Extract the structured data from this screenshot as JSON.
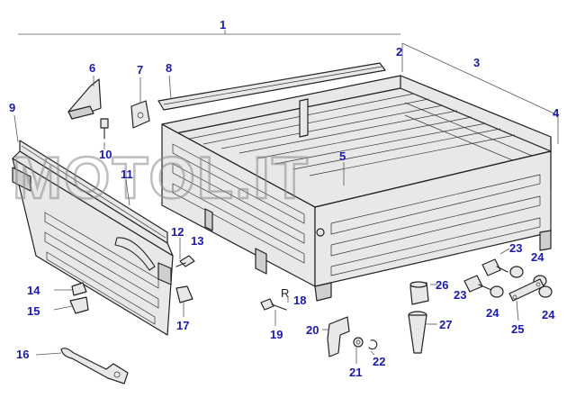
{
  "watermark": {
    "text": "MOTOL.IT"
  },
  "revision_mark": "R",
  "callouts": [
    {
      "id": "1",
      "label": "1"
    },
    {
      "id": "2",
      "label": "2"
    },
    {
      "id": "3",
      "label": "3"
    },
    {
      "id": "4",
      "label": "4"
    },
    {
      "id": "5",
      "label": "5"
    },
    {
      "id": "6",
      "label": "6"
    },
    {
      "id": "7",
      "label": "7"
    },
    {
      "id": "8",
      "label": "8"
    },
    {
      "id": "9",
      "label": "9"
    },
    {
      "id": "10",
      "label": "10"
    },
    {
      "id": "11",
      "label": "11"
    },
    {
      "id": "12",
      "label": "12"
    },
    {
      "id": "13",
      "label": "13"
    },
    {
      "id": "14",
      "label": "14"
    },
    {
      "id": "15",
      "label": "15"
    },
    {
      "id": "16",
      "label": "16"
    },
    {
      "id": "17",
      "label": "17"
    },
    {
      "id": "18",
      "label": "18"
    },
    {
      "id": "19",
      "label": "19"
    },
    {
      "id": "20",
      "label": "20"
    },
    {
      "id": "21",
      "label": "21"
    },
    {
      "id": "22",
      "label": "22"
    },
    {
      "id": "23a",
      "label": "23"
    },
    {
      "id": "23b",
      "label": "23"
    },
    {
      "id": "24a",
      "label": "24"
    },
    {
      "id": "24b",
      "label": "24"
    },
    {
      "id": "24c",
      "label": "24"
    },
    {
      "id": "25",
      "label": "25"
    },
    {
      "id": "26",
      "label": "26"
    },
    {
      "id": "27",
      "label": "27"
    }
  ],
  "colors": {
    "callout": "#1a1aa8",
    "line": "#222222",
    "part_fill": "#e8e8e8"
  }
}
